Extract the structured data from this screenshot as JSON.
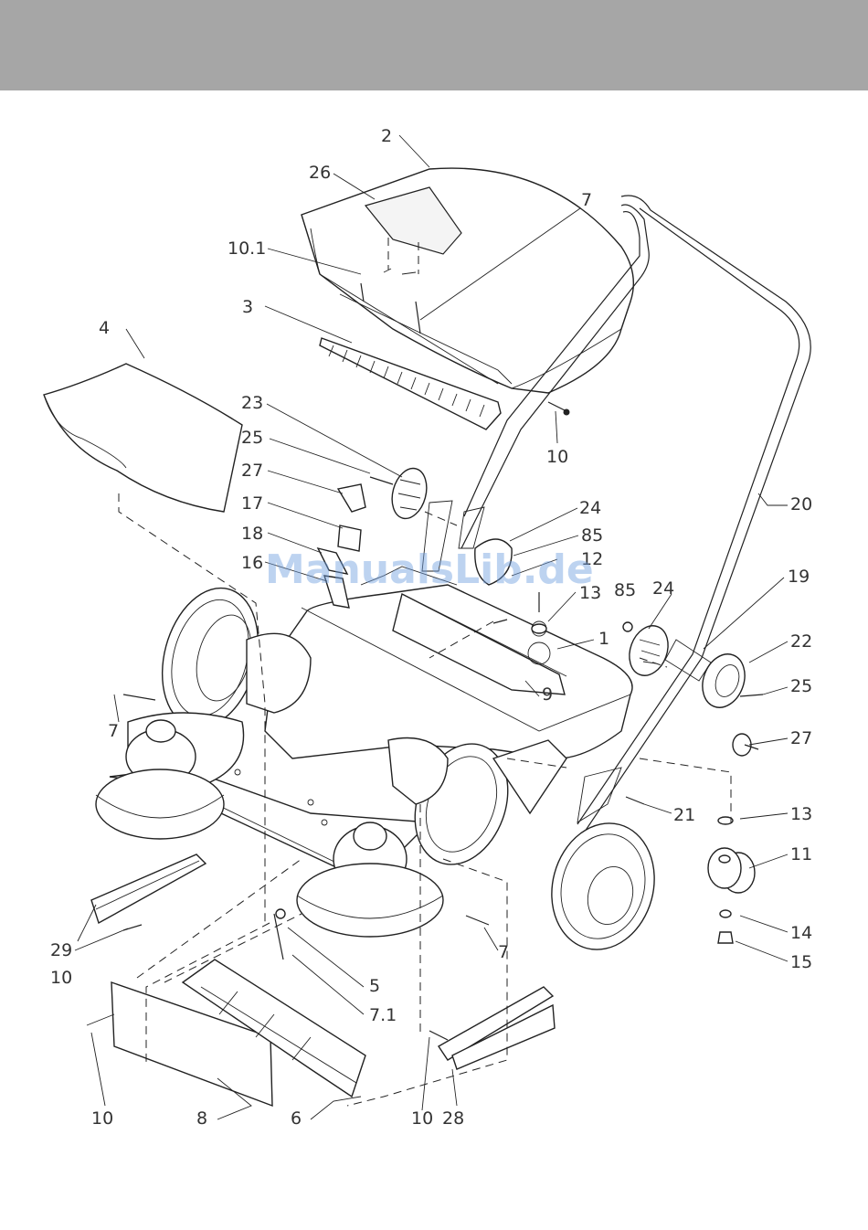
{
  "header": {
    "color": "#a6a6a6"
  },
  "watermark": "ManualsLib.de",
  "labels": {
    "l2": "2",
    "l26": "26",
    "l7_top": "7",
    "l10_1": "10.1",
    "l3": "3",
    "l4": "4",
    "l23": "23",
    "l25_left": "25",
    "l27_left": "27",
    "l17": "17",
    "l18": "18",
    "l16": "16",
    "l10_top": "10",
    "l20": "20",
    "l24_a": "24",
    "l85_a": "85",
    "l12": "12",
    "l13_top": "13",
    "l85_b": "85",
    "l24_b": "24",
    "l19": "19",
    "l1": "1",
    "l22": "22",
    "l25_right": "25",
    "l9": "9",
    "l27_right": "27",
    "l7_left": "7",
    "l21": "21",
    "l13_bottom": "13",
    "l11": "11",
    "l14": "14",
    "l15": "15",
    "l29": "29",
    "l10_left": "10",
    "l7_mid": "7",
    "l5": "5",
    "l7_1": "7.1",
    "l10_bottom_left": "10",
    "l8": "8",
    "l6": "6",
    "l10_bottom_mid": "10",
    "l28": "28"
  }
}
